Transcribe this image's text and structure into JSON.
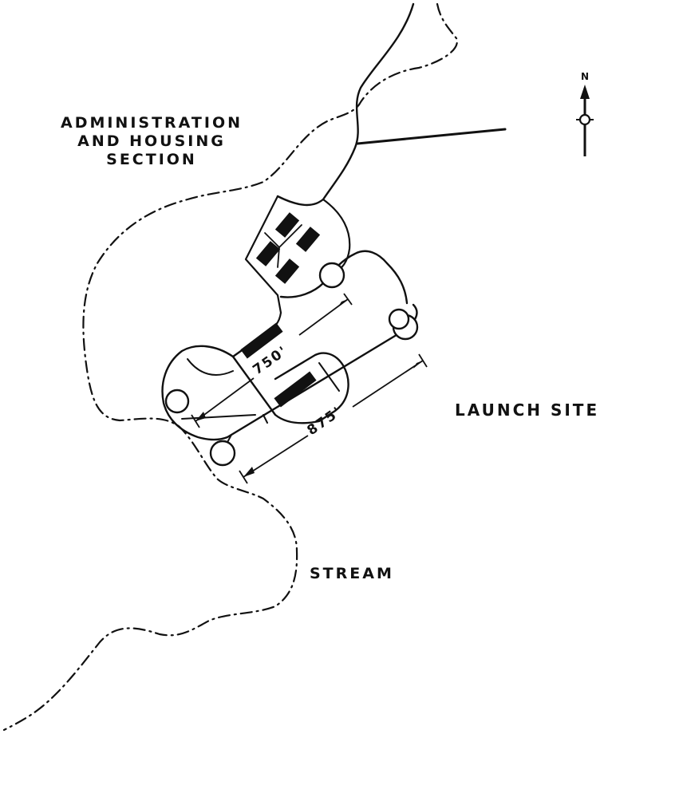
{
  "labels": {
    "admin_line1": "ADMINISTRATION",
    "admin_line2": "AND HOUSING",
    "admin_line3": "SECTION",
    "launch_site": "LAUNCH SITE",
    "stream": "STREAM"
  },
  "dimensions": {
    "d750": "750'",
    "d875": "875'"
  },
  "north_arrow": {
    "label": "N"
  }
}
